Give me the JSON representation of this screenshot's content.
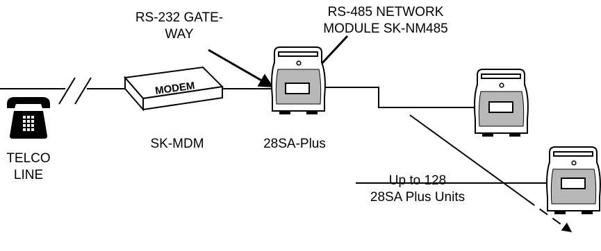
{
  "labels": {
    "gateway": [
      "RS-232 GATE-",
      "WAY"
    ],
    "network_module": [
      "RS-485 NETWORK",
      "MODULE SK-NM485"
    ],
    "modem_text": "MODEM",
    "modem_name": "SK-MDM",
    "unit_name": "28SA-Plus",
    "telco": [
      "TELCO",
      "LINE"
    ],
    "capacity": [
      "Up to 128",
      "28SA Plus Units"
    ]
  },
  "icons": {
    "telephone": "telephone-icon",
    "modem": "modem-icon",
    "unit": "unit-icon"
  }
}
